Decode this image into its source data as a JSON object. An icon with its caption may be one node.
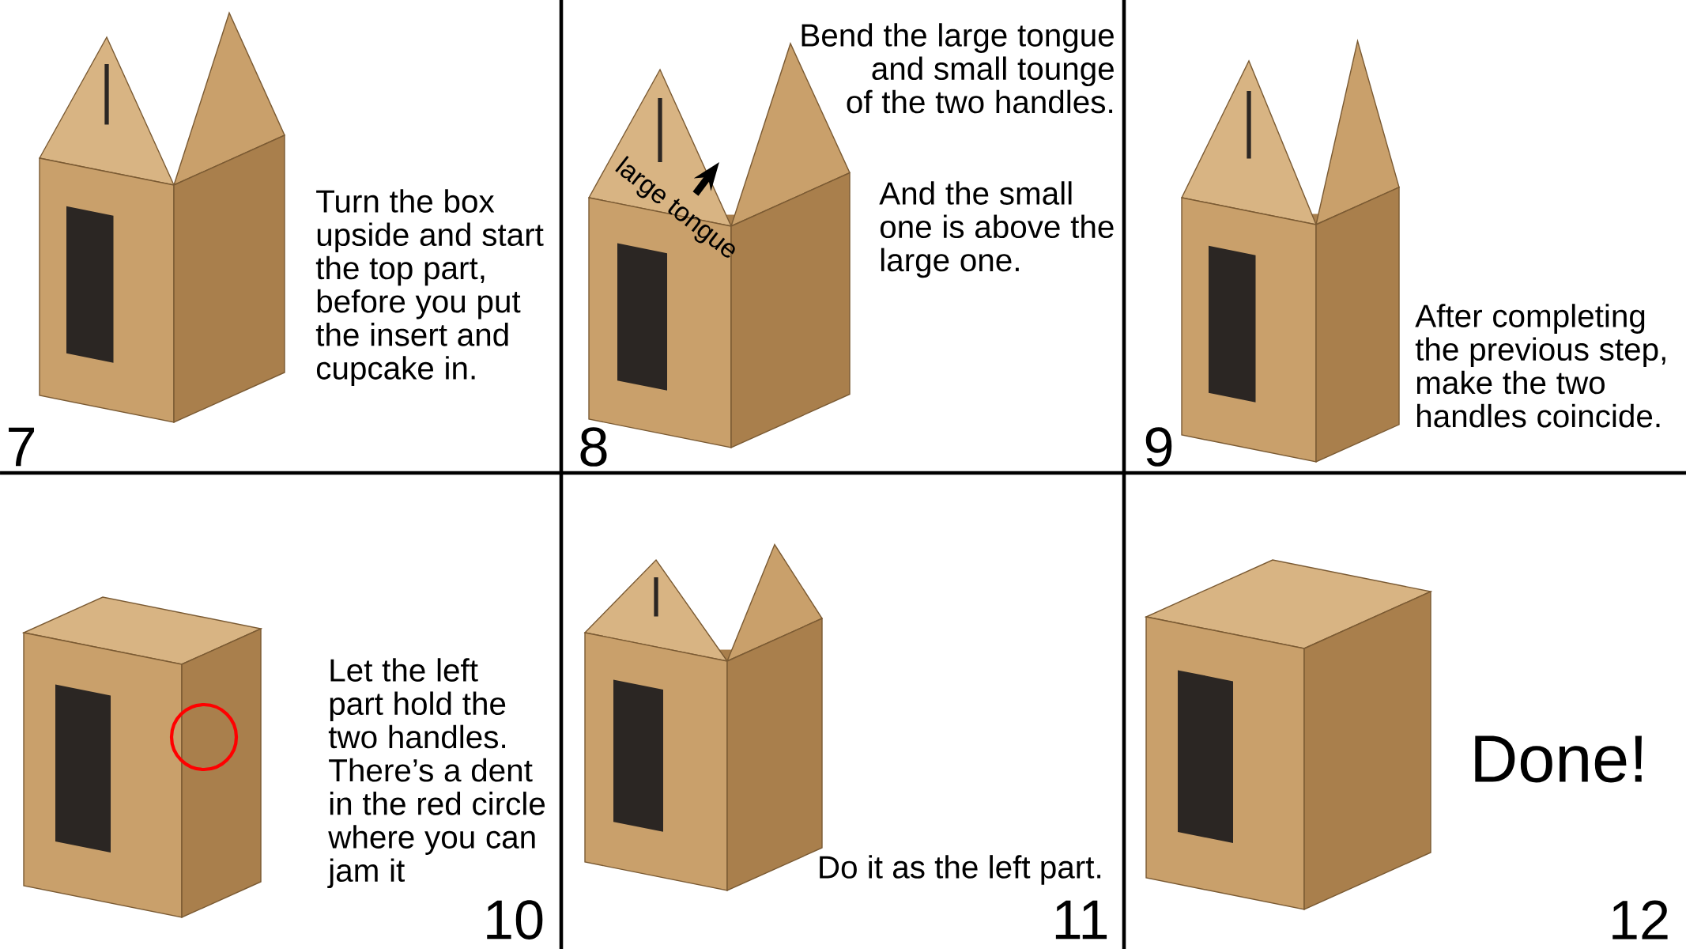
{
  "diagram": {
    "labels": [
      "7",
      "Turn the box upside and start the top part, before you put the insert and cupcake in.",
      "8",
      "Bend the large tongue and small tounge of the two handles.",
      "And the small one is above the large one.",
      "large tongue",
      "9",
      "After completing the previous step, make the two handles coincide.",
      "10",
      "Let the left part hold the two handles. There’s a dent in the red circle where you can jam it",
      "11",
      "Do it as the left part.",
      "12",
      "Done!"
    ]
  }
}
